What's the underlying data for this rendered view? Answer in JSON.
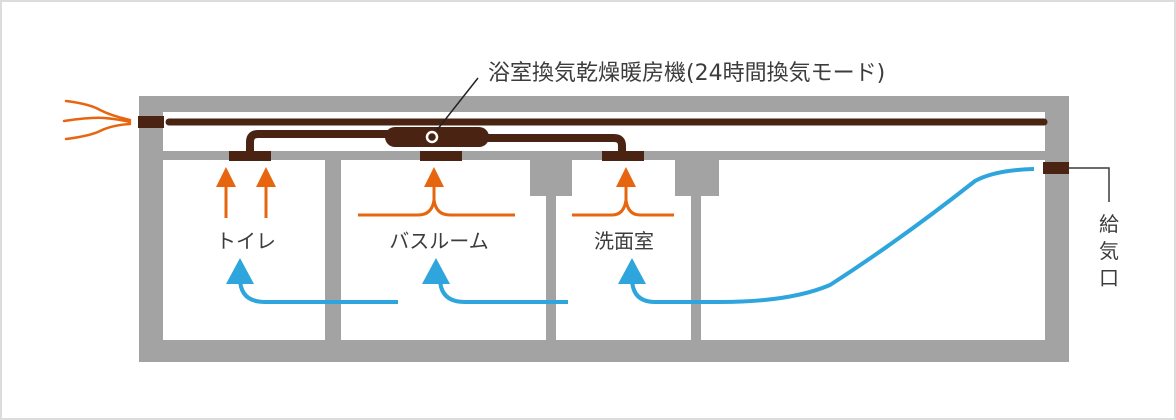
{
  "diagram": {
    "title_label": "浴室換気乾燥暖房機(24時間換気モード)",
    "rooms": [
      {
        "label": "トイレ"
      },
      {
        "label": "バスルーム"
      },
      {
        "label": "洗面室"
      }
    ],
    "supply_label": {
      "chars": [
        "給",
        "気",
        "口"
      ]
    },
    "colors": {
      "wall": "#a3a3a3",
      "duct": "#4a2312",
      "exhaust": "#e8650f",
      "supply": "#2ea5dd",
      "text": "#3c3c3c",
      "frame": "#dcdcdc"
    }
  }
}
